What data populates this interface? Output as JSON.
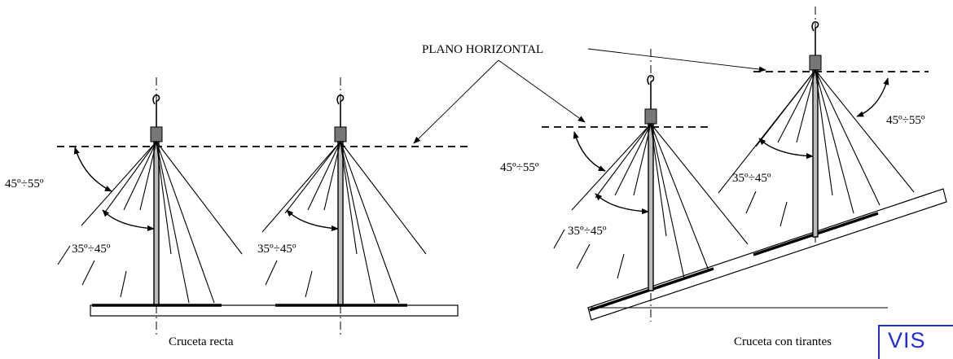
{
  "labels": {
    "plano_horizontal": "PLANO HORIZONTAL",
    "angle_a1": "45º÷55º",
    "angle_b1": "35º÷45º",
    "angle_b2": "35º÷45º",
    "angle_a3": "45º÷55º",
    "angle_b3": "35º÷45º",
    "angle_b4": "35º÷45º",
    "angle_a4": "45º÷55º"
  },
  "captions": {
    "left": "Cruceta recta",
    "right": "Cruceta con tirantes"
  },
  "badge": {
    "text": "VIS"
  },
  "colors": {
    "ink": "#000000",
    "badge": "#1f2fd6"
  }
}
